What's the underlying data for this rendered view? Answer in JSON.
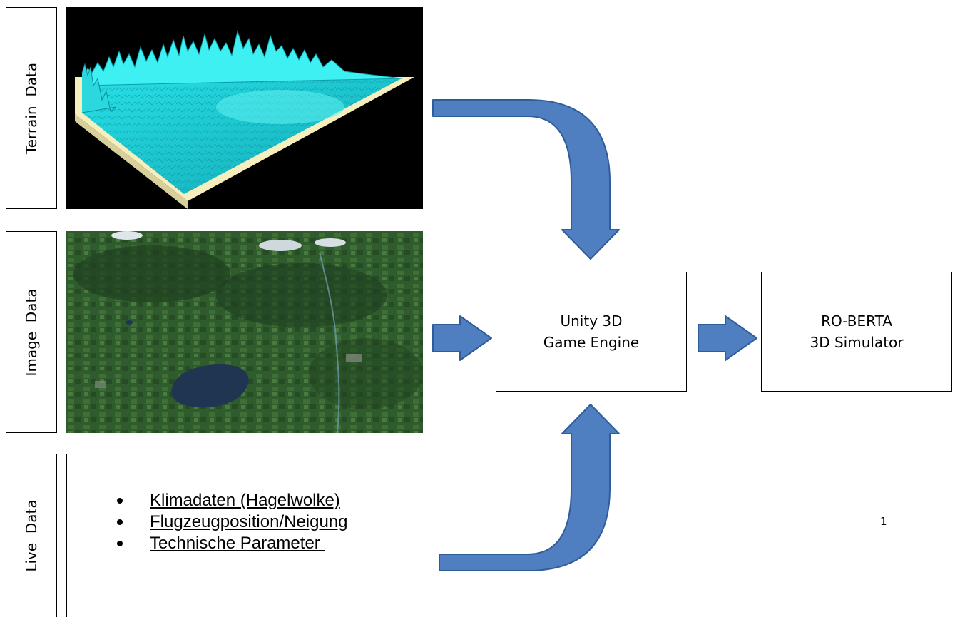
{
  "labels": {
    "terrain": "Terrain  Data",
    "image": "Image  Data",
    "live": "Live  Data"
  },
  "engine": {
    "line1": "Unity 3D",
    "line2": "Game Engine"
  },
  "simulator": {
    "line1": "RO-BERTA",
    "line2": "3D Simulator"
  },
  "live_items": [
    "Klimadaten (Hagelwolke)",
    "Flugzeugposition/Neigung",
    "Technische Parameter "
  ],
  "page_number": "1",
  "colors": {
    "arrow_fill": "#4f7fc0",
    "arrow_stroke": "#2f5d9a",
    "terrain_cyan": "#22d3d8",
    "terrain_base": "#f7eebe",
    "satellite_green": "#2e5a2c",
    "lake_blue": "#1f3552"
  }
}
